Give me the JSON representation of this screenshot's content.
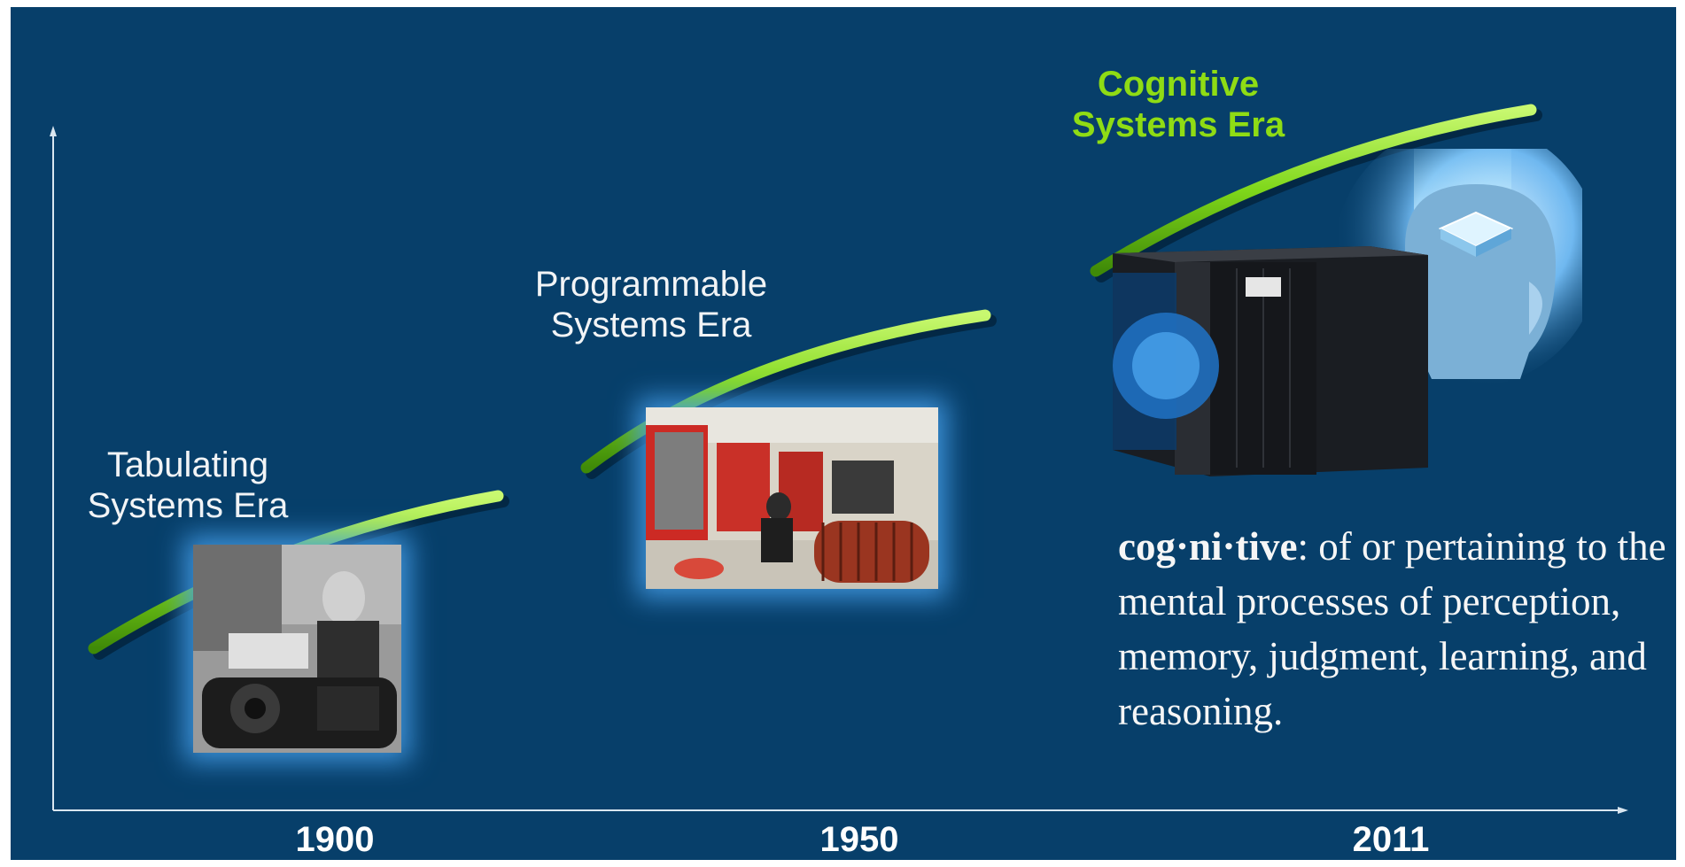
{
  "eras": [
    {
      "lines": [
        "Tabulating",
        "Systems Era"
      ],
      "year": "1900"
    },
    {
      "lines": [
        "Programmable",
        "Systems Era"
      ],
      "year": "1950"
    },
    {
      "lines": [
        "Cognitive",
        "Systems Era"
      ],
      "year": "2011"
    }
  ],
  "definition": {
    "term": "cog·ni·tive",
    "text": ": of or pertaining to the mental processes of perception, memory, judgment, learning, and reasoning."
  },
  "colors": {
    "background": "#073f6a",
    "curve": "#7fd71a",
    "highlight_label": "#8fdc14",
    "glow": "#46a0eb"
  },
  "images": {
    "tabulating": "photo-of-man-with-tabulating-machine",
    "programmable": "photo-of-mainframe-computer-room",
    "cognitive": "ibm-watson-power7-server-and-ai-head"
  }
}
